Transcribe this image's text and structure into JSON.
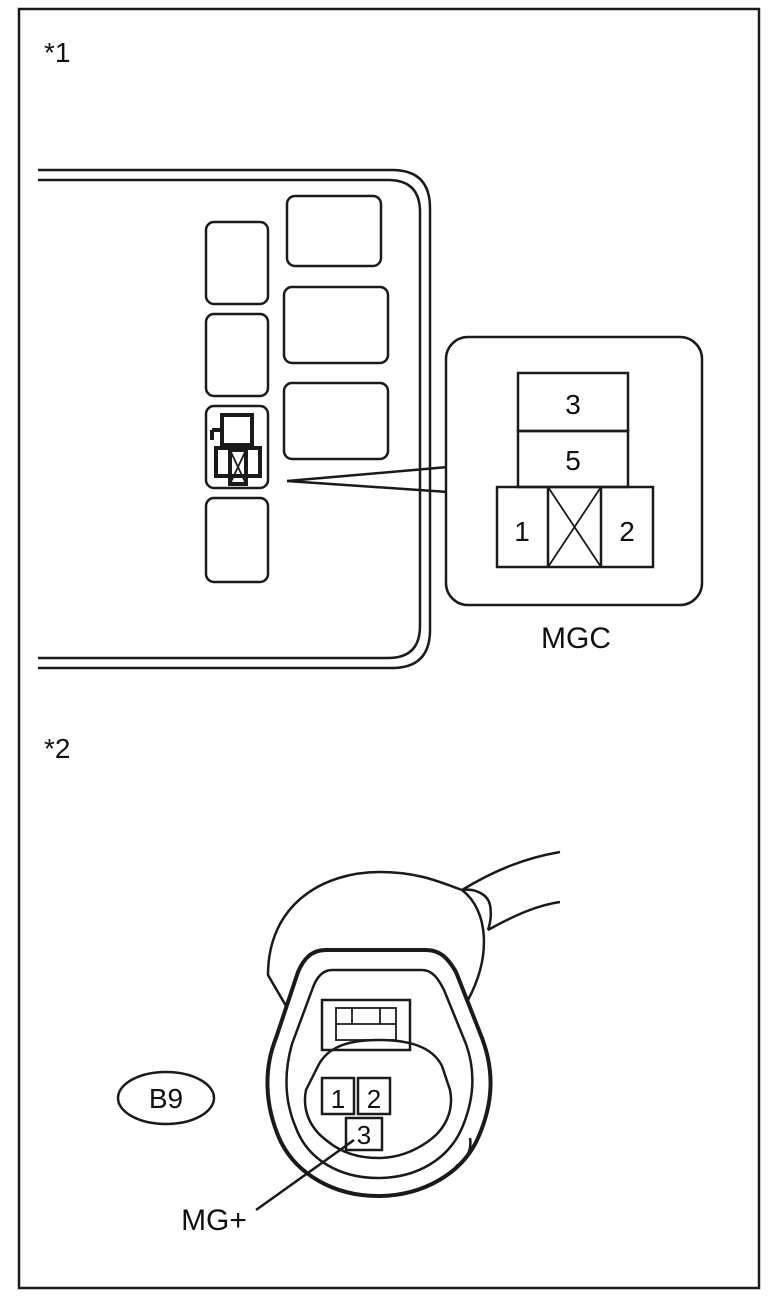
{
  "frame": {
    "border_color": "#1a1a1a",
    "background": "#ffffff"
  },
  "panel1": {
    "label": "*1",
    "icon": "relay-icon",
    "connector": {
      "name": "MGC",
      "terminals": [
        "3",
        "5",
        "1",
        "2"
      ]
    }
  },
  "panel2": {
    "label": "*2",
    "connector_id": "B9",
    "terminals": [
      "1",
      "2",
      "3"
    ],
    "callout": "MG+"
  }
}
